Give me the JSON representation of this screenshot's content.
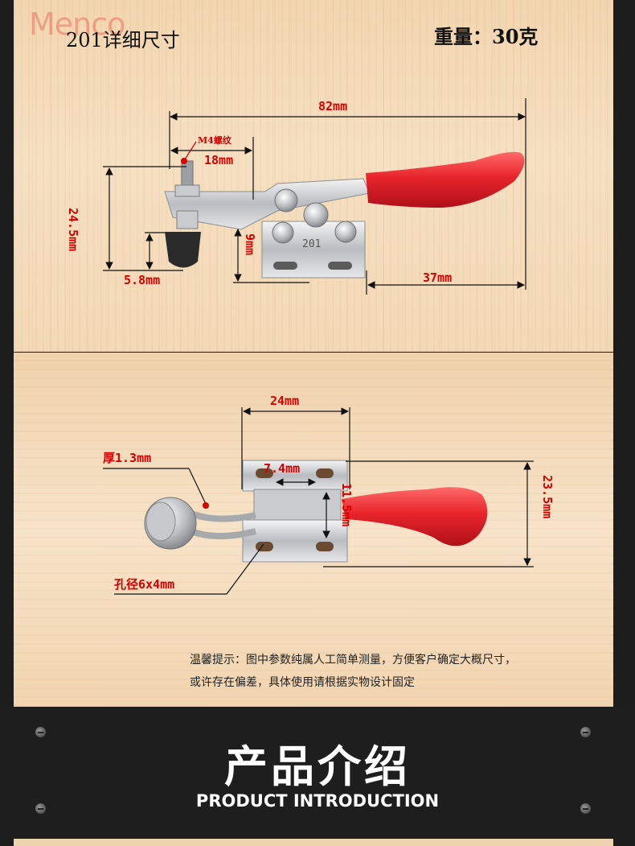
{
  "header": {
    "watermark": "Menco",
    "title": "201详细尺寸",
    "weight": "重量：30克"
  },
  "top_diagram": {
    "dim_total": "82mm",
    "dim_thread": "M4螺纹",
    "dim_18": "18mm",
    "dim_height": "24.5mm",
    "dim_base_h": "9mm",
    "dim_pad": "5.8mm",
    "dim_handle": "37mm",
    "model_mark": "201"
  },
  "bottom_diagram": {
    "dim_width": "24mm",
    "dim_thickness": "厚1.3mm",
    "dim_hole_spacing": "7.4mm",
    "dim_hole_vert": "11.5mm",
    "dim_height": "23.5mm",
    "dim_hole": "孔径6x4mm"
  },
  "note": {
    "line1": "温馨提示：图中参数纯属人工简单测量，方便客户确定大概尺寸，",
    "line2": "或许存在偏差，具体使用请根据实物设计固定"
  },
  "section": {
    "title_cn": "产品介绍",
    "title_en": "PRODUCT INTRODUCTION"
  },
  "colors": {
    "handle_red": "#e8242b",
    "dimension_red": "#d40000",
    "background_dark": "#1e1e1e"
  }
}
